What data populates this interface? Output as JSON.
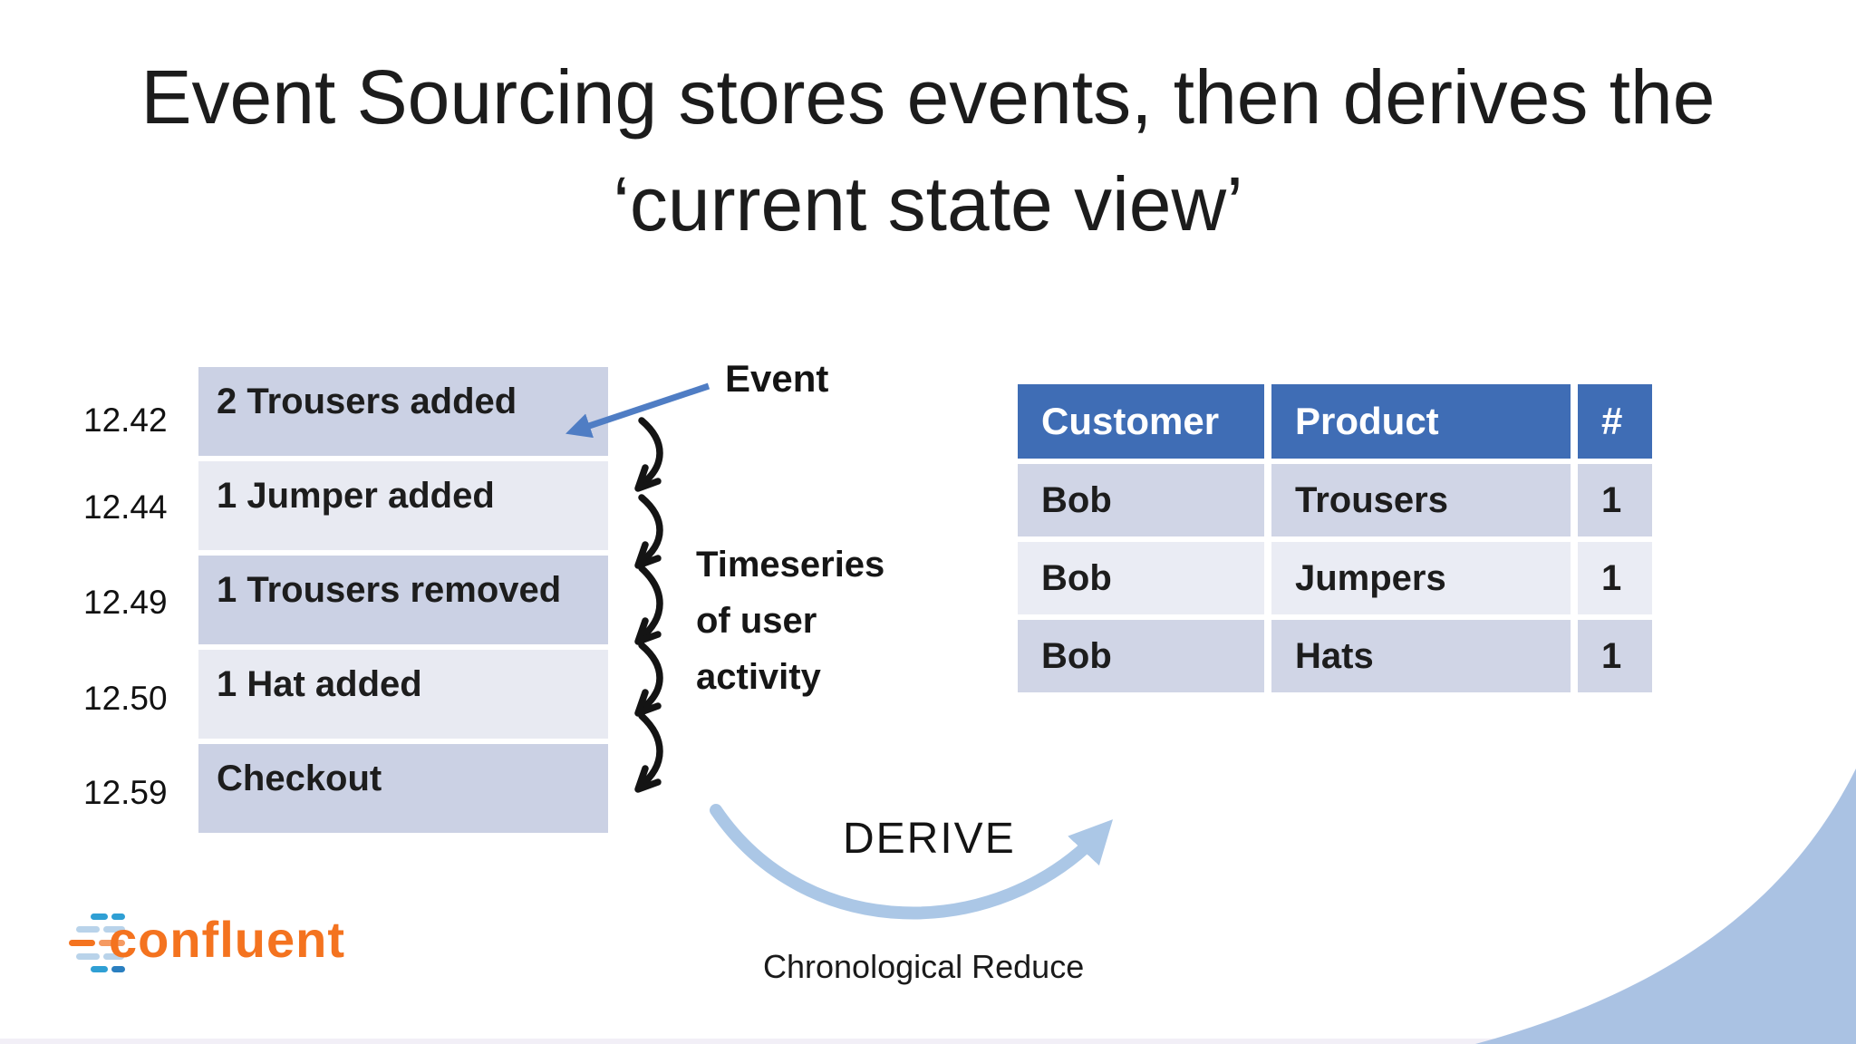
{
  "slide": {
    "title_line1": "Event Sourcing stores events, then derives the",
    "title_line2": "‘current state view’"
  },
  "event_log": {
    "events": [
      {
        "time": "12.42",
        "label": "2 Trousers added"
      },
      {
        "time": "12.44",
        "label": "1 Jumper added"
      },
      {
        "time": "12.49",
        "label": "1 Trousers removed"
      },
      {
        "time": "12.50",
        "label": "1 Hat added"
      },
      {
        "time": "12.59",
        "label": "Checkout"
      }
    ],
    "event_callout": "Event",
    "timeseries_caption": "Timeseries\nof user\nactivity"
  },
  "state_table": {
    "columns": [
      "Customer",
      "Product",
      "#"
    ],
    "rows": [
      [
        "Bob",
        "Trousers",
        "1"
      ],
      [
        "Bob",
        "Jumpers",
        "1"
      ],
      [
        "Bob",
        "Hats",
        "1"
      ]
    ]
  },
  "derivation": {
    "derive_label": "DERIVE",
    "reduce_label": "Chronological Reduce"
  },
  "branding": {
    "logo_text": "confluent"
  },
  "colors": {
    "table_header_blue": "#3f6db5",
    "table_row_dark": "#d0d5e6",
    "table_row_light": "#eaecf4",
    "event_row_dark": "#cbd1e4",
    "event_row_light": "#e8eaf2",
    "callout_arrow_blue": "#4f7dc4",
    "derive_arrow_blue": "#abc7e6",
    "corner_blue": "#aac2e3",
    "brand_orange": "#f4731f"
  }
}
